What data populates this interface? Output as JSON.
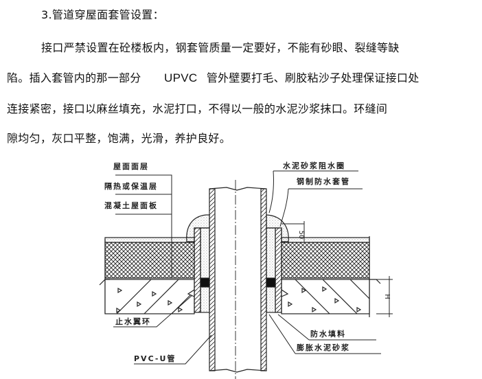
{
  "heading": "3.管道穿屋面套管设置：",
  "paragraph": {
    "line1": "接口严禁设置在砼楼板内，钢套管质量一定要好，不能有砂眼、裂缝等缺",
    "line2a": "陷。插入套管内的那一部分",
    "line2b": "UPVC",
    "line2c": "管外壁要打毛、刷胶粘沙子处理保证接口处",
    "line3": "连接紧密，接口以麻丝填充，水泥打口，不得以一般的水泥沙浆抹口。环缝间",
    "line4": "隙均匀，灰口平整，饱满，光滑，养护良好。"
  },
  "diagram": {
    "labels": {
      "roof_surface": "屋面面层",
      "insulation": "隔热或保温层",
      "concrete_slab": "混凝土屋面板",
      "mortar_ring": "水泥砂浆阻水圈",
      "steel_sleeve": "钢制防水套管",
      "water_stop_ring": "止水翼环",
      "waterproof_filler": "防水填料",
      "expansive_mortar": "膨胀水泥砂浆",
      "pvc_pipe": "PVC-U管",
      "dim_50": "50",
      "dim_h": "H"
    }
  }
}
